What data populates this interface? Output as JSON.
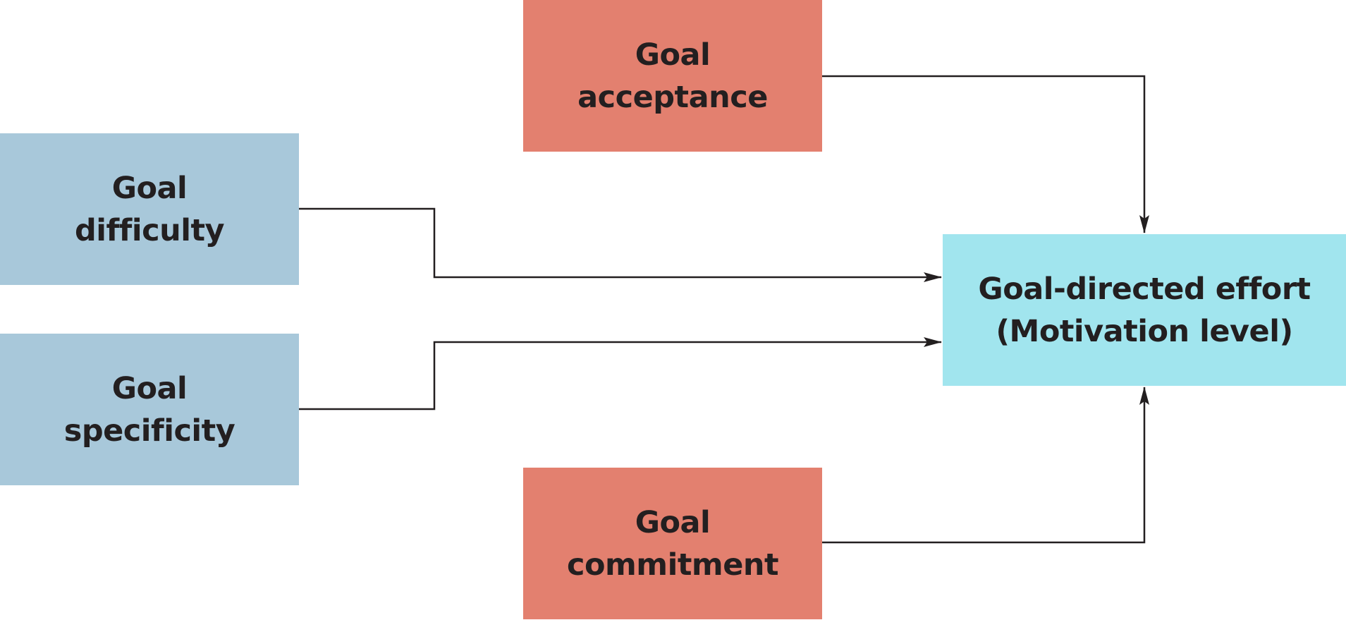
{
  "diagram": {
    "nodes": {
      "goal_difficulty": {
        "line1": "Goal",
        "line2": "difficulty",
        "color": "#a8c8da"
      },
      "goal_specificity": {
        "line1": "Goal",
        "line2": "specificity",
        "color": "#a8c8da"
      },
      "goal_acceptance": {
        "line1": "Goal",
        "line2": "acceptance",
        "color": "#e3806f"
      },
      "goal_commitment": {
        "line1": "Goal",
        "line2": "commitment",
        "color": "#e3806f"
      },
      "goal_directed_effort": {
        "line1": "Goal-directed effort",
        "line2": "(Motivation level)",
        "color": "#a1e5ee"
      }
    },
    "edges": [
      {
        "from": "goal_difficulty",
        "to": "goal_directed_effort"
      },
      {
        "from": "goal_specificity",
        "to": "goal_directed_effort"
      },
      {
        "from": "goal_acceptance",
        "to": "goal_directed_effort"
      },
      {
        "from": "goal_commitment",
        "to": "goal_directed_effort"
      }
    ],
    "line_color": "#231f20"
  }
}
